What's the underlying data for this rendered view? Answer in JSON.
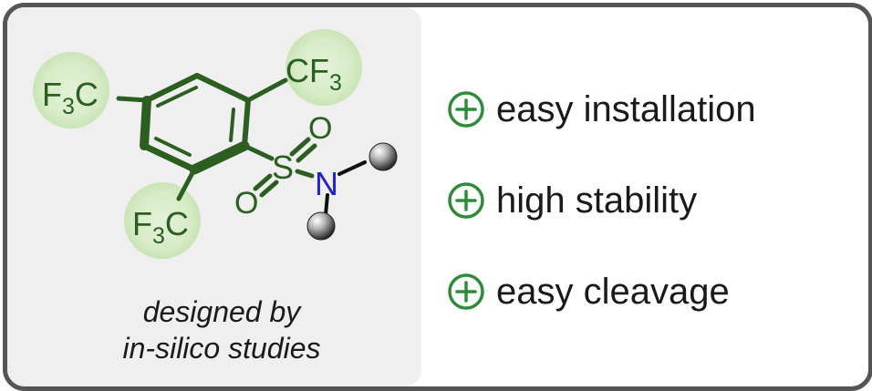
{
  "molecule": {
    "groups": {
      "cf3_left": {
        "prefix": "F",
        "sub": "3",
        "suffix": "C"
      },
      "cf3_top": {
        "prefix": "CF",
        "sub": "3"
      },
      "cf3_bottom": {
        "prefix": "F",
        "sub": "3",
        "suffix": "C"
      }
    },
    "atoms": {
      "sulfur": "S",
      "oxygen_top": "O",
      "oxygen_bottom": "O",
      "nitrogen": "N"
    }
  },
  "caption": {
    "line1": "designed by",
    "line2": "in-silico studies"
  },
  "features": [
    {
      "label": "easy installation",
      "icon": "plus-circle-icon"
    },
    {
      "label": "high stability",
      "icon": "plus-circle-icon"
    },
    {
      "label": "easy cleavage",
      "icon": "plus-circle-icon"
    }
  ],
  "colors": {
    "frame": "#555555",
    "panel": "#efefef",
    "bond_green": "#2c5e22",
    "highlight": "#d7ecc8",
    "nitrogen": "#2323c8",
    "plus_icon": "#2e8b3a",
    "text": "#1a1a1a"
  }
}
